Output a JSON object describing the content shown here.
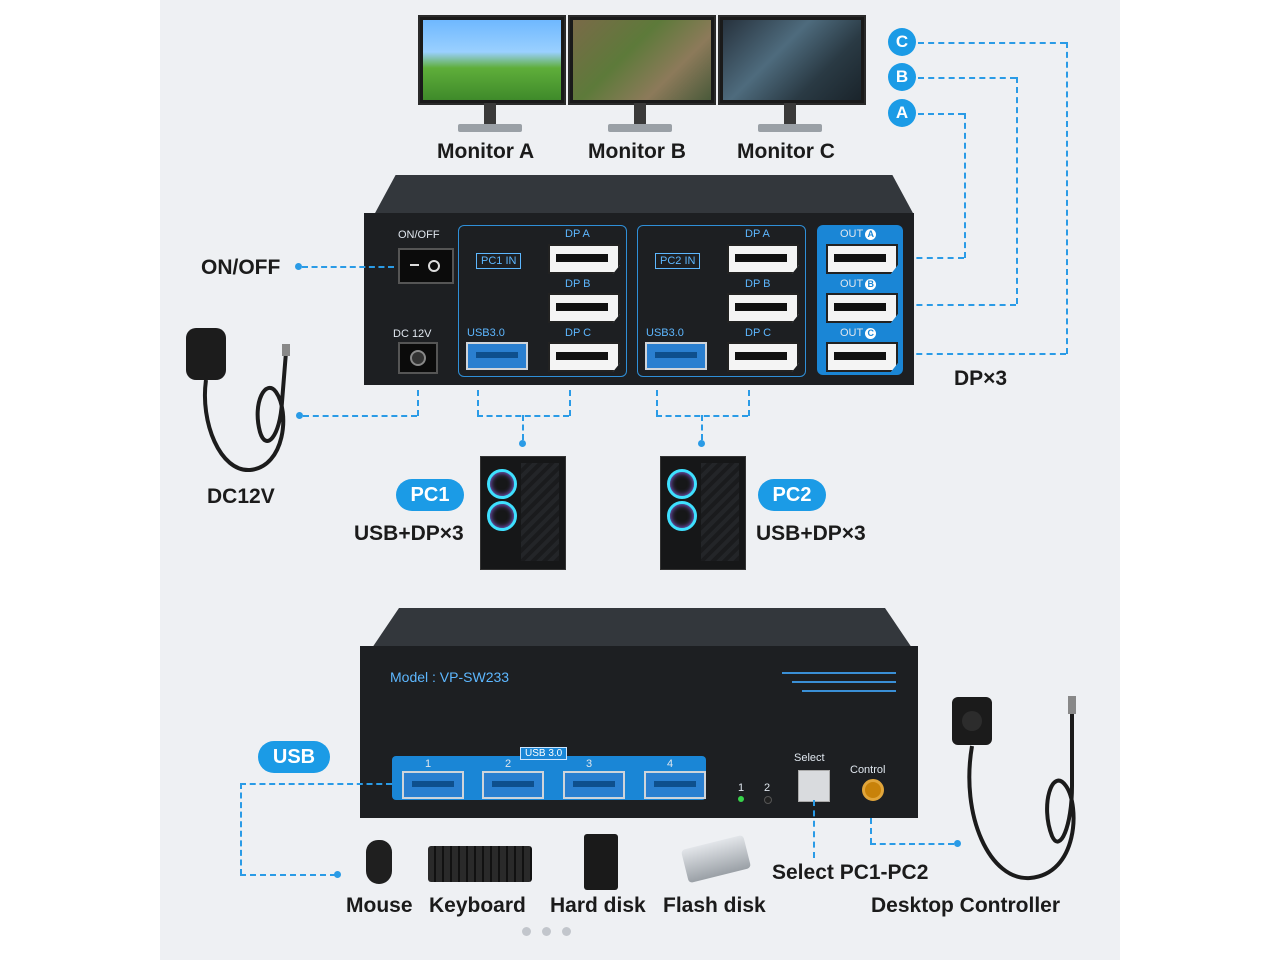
{
  "monitors": {
    "a": "Monitor A",
    "b": "Monitor B",
    "c": "Monitor C"
  },
  "output_markers": {
    "a": "A",
    "b": "B",
    "c": "C"
  },
  "front_panel": {
    "switch_label": "ON/OFF",
    "dc_label": "DC 12V",
    "pc1_in": "PC1 IN",
    "pc2_in": "PC2 IN",
    "usb_label": "USB3.0",
    "dp_a": "DP A",
    "dp_b": "DP B",
    "dp_c": "DP C",
    "out_a": "OUT",
    "out_b": "OUT",
    "out_c": "OUT"
  },
  "callouts": {
    "on_off": "ON/OFF",
    "dc12v": "DC12V",
    "dp_x3": "DP×3"
  },
  "pcs": {
    "pc1_badge": "PC1",
    "pc1_desc": "USB+DP×3",
    "pc2_badge": "PC2",
    "pc2_desc": "USB+DP×3"
  },
  "rear_panel": {
    "model": "Model : VP-SW233",
    "usb_header": "USB 3.0",
    "port_numbers": [
      "1",
      "2",
      "3",
      "4"
    ],
    "led1": "1",
    "led2": "2",
    "select": "Select",
    "control": "Control"
  },
  "usb_badge": "USB",
  "peripherals": {
    "mouse": "Mouse",
    "keyboard": "Keyboard",
    "hard_disk": "Hard disk",
    "flash_disk": "Flash disk",
    "select_pc": "Select PC1-PC2",
    "desktop_controller": "Desktop Controller"
  },
  "colors": {
    "accent": "#1b9be6",
    "device": "#1d1f22",
    "background": "#eef0f3"
  }
}
